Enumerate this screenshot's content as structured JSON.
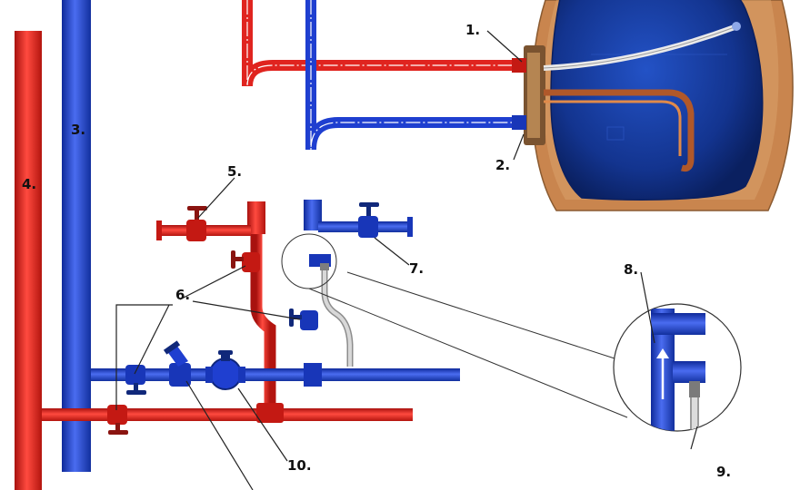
{
  "colors": {
    "hot": "#e0241f",
    "cold": "#1f3fd0",
    "tank_insulation": "#c47a45",
    "tank_body": "#123a9c",
    "heating_element": "#c86a3a",
    "flex_hose": "#c8c8c8"
  },
  "labels": {
    "l1": "1.",
    "l2": "2.",
    "l3": "3.",
    "l4": "4.",
    "l5": "5.",
    "l6": "6.",
    "l7": "7.",
    "l8": "8.",
    "l9": "9.",
    "l10": "10."
  },
  "icons": {
    "valve": "ball-valve-icon",
    "filter": "y-strainer-icon",
    "reducer": "pressure-reducer-icon",
    "check": "check-valve-arrow-icon"
  }
}
